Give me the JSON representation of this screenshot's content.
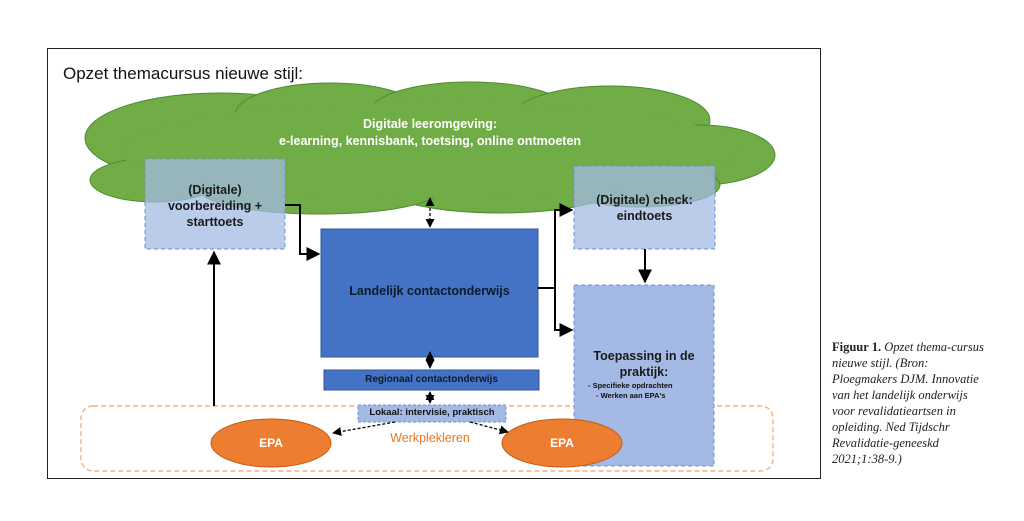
{
  "diagram": {
    "title": "Opzet themacursus nieuwe stijl:",
    "cloud": {
      "line1": "Digitale leeromgeving:",
      "line2": "e-learning, kennisbank, toetsing, online ontmoeten"
    },
    "prep_box": {
      "line1": "(Digitale)",
      "line2": "voorbereiding +",
      "line3": "starttoets"
    },
    "check_box": {
      "line1": "(Digitale) check:",
      "line2": "eindtoets"
    },
    "landelijk": "Landelijk contactonderwijs",
    "regionaal": "Regionaal contactonderwijs",
    "lokaal": "Lokaal: intervisie, praktisch",
    "toepassing": {
      "line1": "Toepassing in de",
      "line2": "praktijk:",
      "bullets": [
        "-   Specifieke opdrachten",
        "-   Werken aan EPA's"
      ]
    },
    "epa_left": "EPA",
    "epa_right": "EPA",
    "werkplekleren": "Werkplekleren"
  },
  "caption": {
    "lead": "Figuur 1.",
    "text": " Opzet thema-cursus nieuwe stijl. (Bron: Ploegmakers DJM. Innovatie van het landelijk onderwijs voor revalidatieartsen in opleiding. Ned Tijdschr Revalidatie-geneeskd 2021;1:38-9.)"
  },
  "colors": {
    "cloud": "#70ad47",
    "cloud_stroke": "#4e8a32",
    "light_blue": "#a4b9e3",
    "dark_blue": "#4472c4",
    "orange": "#ed7d31",
    "arrow": "#000000"
  }
}
